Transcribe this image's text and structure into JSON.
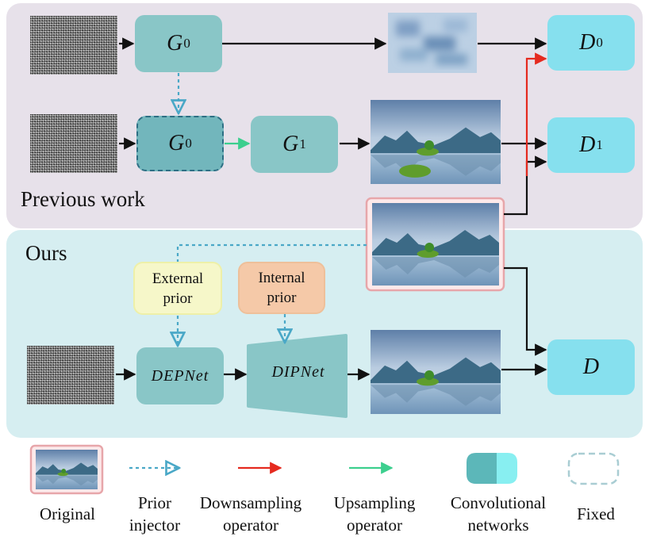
{
  "panels": {
    "previous_work": "Previous work",
    "ours": "Ours"
  },
  "previous": {
    "row1": {
      "generator": {
        "symbol": "G",
        "sub": "0"
      },
      "discriminator": {
        "symbol": "D",
        "sub": "0"
      }
    },
    "row2": {
      "fixed_generator": {
        "symbol": "G",
        "sub": "0"
      },
      "generator": {
        "symbol": "G",
        "sub": "1"
      },
      "discriminator": {
        "symbol": "D",
        "sub": "1"
      }
    }
  },
  "ours": {
    "external_prior": [
      "External",
      "prior"
    ],
    "internal_prior": [
      "Internal",
      "prior"
    ],
    "dep_net": "DEPNet",
    "dip_net": "DIPNet",
    "discriminator": "D"
  },
  "legend": {
    "original": "Original",
    "prior_injector": [
      "Prior",
      "injector"
    ],
    "downsampling": [
      "Downsampling",
      "operator"
    ],
    "upsampling": [
      "Upsampling",
      "operator"
    ],
    "conv": [
      "Convolutional",
      "networks"
    ],
    "fixed": "Fixed"
  },
  "colors": {
    "prev_panel": "#e7e1ea",
    "ours_panel": "#d6eef1",
    "generator": "#89c6c7",
    "discriminator": "#86e0ee",
    "external_prior": "#f6f7c9",
    "internal_prior": "#f5c9a8",
    "downsampling_arrow": "#e52a1f",
    "upsampling_arrow": "#3ccf8e",
    "prior_injector": "#4aa8c7"
  }
}
